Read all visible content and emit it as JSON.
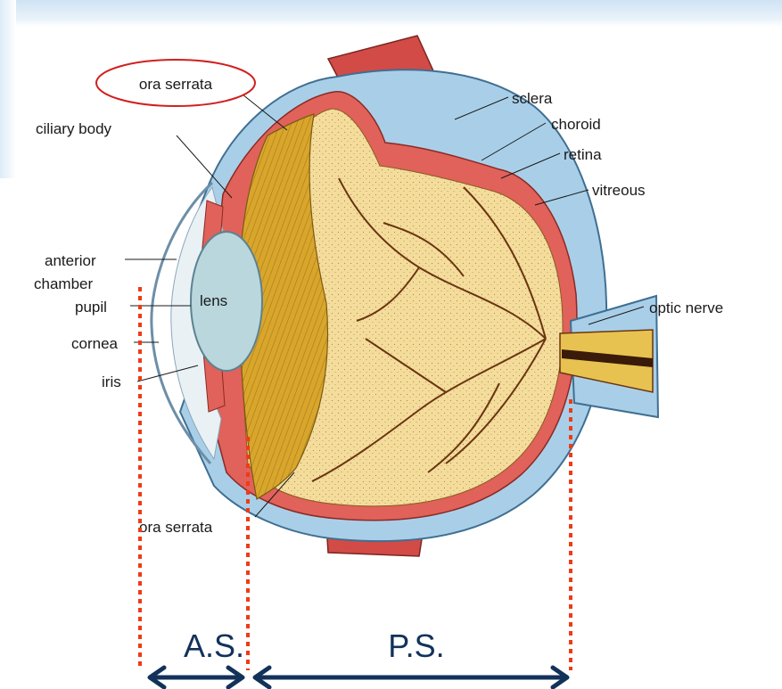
{
  "labels": {
    "ora_serrata_top": "ora serrata",
    "ciliary_body": "ciliary body",
    "sclera": "sclera",
    "choroid": "choroid",
    "retina": "retina",
    "vitreous": "vitreous",
    "anterior_chamber_1": "anterior",
    "anterior_chamber_2": "chamber",
    "pupil": "pupil",
    "cornea": "cornea",
    "iris": "iris",
    "lens": "lens",
    "optic_nerve": "optic nerve",
    "ora_serrata_bottom": "ora serrata"
  },
  "segments": {
    "anterior": "A.S.",
    "posterior": "P.S."
  },
  "colors": {
    "sclera": "#a9cfe8",
    "choroid": "#e0625a",
    "vitreous": "#f3dc9c",
    "ciliary": "#d9a62c",
    "lens": "#b9d7dd",
    "muscle": "#d24b46",
    "dotted_line": "#ef3b16",
    "arrow": "#12325a",
    "highlight_ellipse": "#d21f1f",
    "vessel": "#6b3410"
  }
}
